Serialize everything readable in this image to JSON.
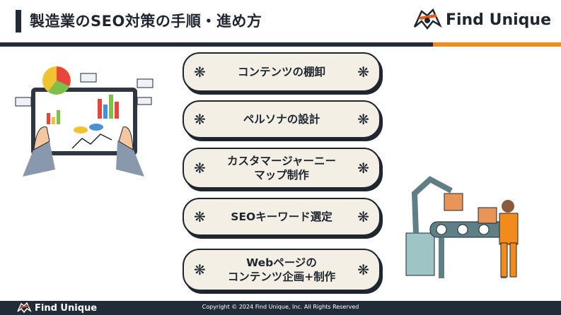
{
  "header": {
    "title": "製造業のSEO対策の手順・進め方",
    "logo_text": "Find Unique"
  },
  "steps": [
    {
      "label": "コンテンツの棚卸"
    },
    {
      "label": "ペルソナの設計"
    },
    {
      "label": "カスタマージャーニー\nマップ制作"
    },
    {
      "label": "SEOキーワード選定"
    },
    {
      "label": "Webページの\nコンテンツ企画+制作"
    }
  ],
  "footer": {
    "logo_text": "Find Unique",
    "copyright": "Copyright © 2024 Find Unique, Inc. All Rights Reserved"
  },
  "icons": {
    "step_marker": "asterisk-flower-icon",
    "logo": "find-unique-logo-icon"
  },
  "colors": {
    "dark": "#222c38",
    "accent": "#f28b1c",
    "step_bg": "#f3efe4"
  }
}
